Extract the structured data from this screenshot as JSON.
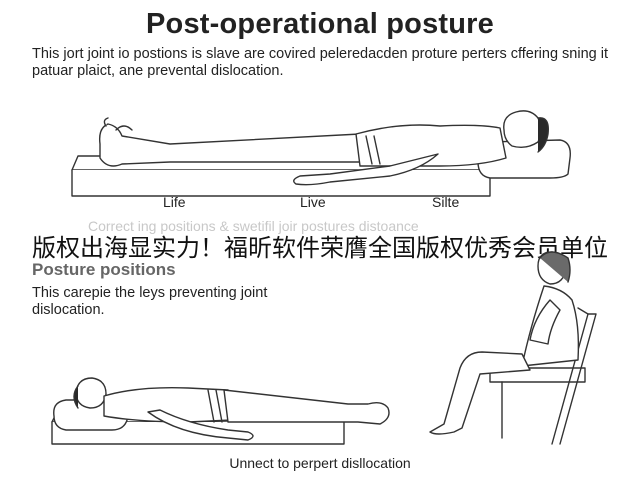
{
  "title": "Post-operational posture",
  "intro": "This jort joint io postions is slave are covired peleredacden proture perters cffering sning it patuar plaict, ane prevental dislocation.",
  "top_labels": [
    "Life",
    "Live",
    "Silte"
  ],
  "faded_caption": "Correct ing positions & swetifil joir postures distoance",
  "watermark": "版权出海显实力！福昕软件荣膺全国版权优秀会员单位",
  "section_title": "Posture positions",
  "section_text": "This carepie the leys preventing joint dislocation.",
  "bottom_caption": "Unnect to perpert dislloсation"
}
